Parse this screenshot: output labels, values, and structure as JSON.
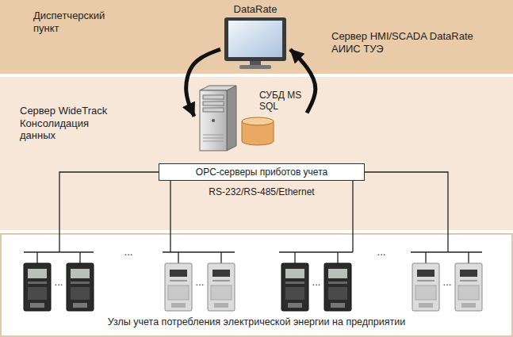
{
  "diagram": {
    "nodes": [
      {
        "text": [
          "Диспетчерский пункт"
        ]
      },
      {
        "text": [
          "DataRate"
        ],
        "in": 0
      },
      {
        "text": [
          "Сервер WideTrack Консолидация данных"
        ]
      },
      {
        "text": [
          "СУБД MS SQL"
        ],
        "in": 2
      },
      {
        "text": [
          "OPC-серверы приботов учета"
        ],
        "in": 2
      },
      {
        "text": [
          "Узлы учета потребления электрической энергии на предприятии"
        ]
      }
    ],
    "edges": [
      {
        "from": 1,
        "to": 3,
        "arrow": "to"
      },
      {
        "from": 3,
        "to": 1,
        "arrow": "to"
      }
    ],
    "labels": [
      "Сервер HMI/SCADA DataRate АИИС ТУЭ",
      "RS-232/RS-485/Ethernet",
      "...",
      "...",
      "...",
      "...",
      "...",
      "..."
    ]
  }
}
